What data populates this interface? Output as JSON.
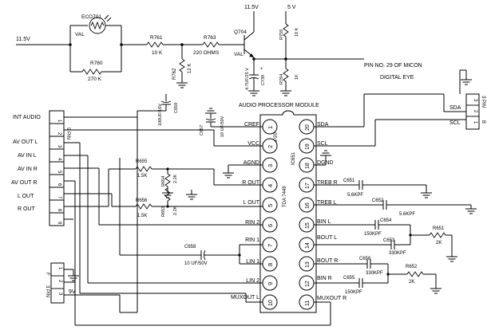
{
  "supply": {
    "v115_left": "11.5V",
    "v115_top": "11.5V",
    "v5": "5 V",
    "v9": "9V"
  },
  "parts": {
    "eco701": "ECO701",
    "val_ldr": "VAL",
    "r760": "R760",
    "r760_val": "270 K",
    "r761": "R761",
    "r761_val": "10 K",
    "r762": "R762",
    "r762_val": "12 K",
    "r763": "R763",
    "r763_val": "220 OHMS",
    "q704": "Q704",
    "q704_val": "VAL",
    "r759": "R759",
    "r759_val": "10 K",
    "r764": "R764",
    "r764_val": "1K",
    "c739": "C739",
    "c739_val": "4.7UF/25 V",
    "c659": "C659",
    "c659_val": "100UF/16V",
    "c657": "C657",
    "c657_val": "10 UF/50V",
    "r655": "R655",
    "r655_val": "1.5K",
    "r654": "R654",
    "r654_val": "2.2K",
    "r656": "R656",
    "r656_val": "1.5K",
    "r653": "R653",
    "r653_val": "2.2K",
    "c658": "C658",
    "c658_val": "10 UF/50V",
    "c651": "C651",
    "c651_val": "5.6KPF",
    "c652": "C652",
    "c652_val": "5.6KPF",
    "c654": "C654",
    "c654_val": "150KPF",
    "c653": "C653",
    "c653_val": "330KPF",
    "r651": "R651",
    "r651_val": "2K",
    "c656": "C656",
    "c656_val": "330KPF",
    "c655": "C655",
    "c655_val": "150KPF",
    "r652": "R652",
    "r652_val": "2K"
  },
  "notes": {
    "pin_no": "PIN NO. 29 OF  MICON",
    "digital_eye": "DIGITAL  EYE"
  },
  "ic": {
    "title": "AUDIO PROCESSOR MODULE",
    "part": "TDA 7449",
    "package": "DIP20",
    "ref": "IC651",
    "left_pins": [
      {
        "num": "1",
        "label": "CREF"
      },
      {
        "num": "2",
        "label": "VCC"
      },
      {
        "num": "3",
        "label": "AGND"
      },
      {
        "num": "4",
        "label": "R OUT"
      },
      {
        "num": "5",
        "label": "L OUT"
      },
      {
        "num": "6",
        "label": "RIN 2"
      },
      {
        "num": "7",
        "label": "RIN 1"
      },
      {
        "num": "8",
        "label": "LIN 1"
      },
      {
        "num": "9",
        "label": "LIN 2"
      },
      {
        "num": "10",
        "label": "MUXOUT L"
      }
    ],
    "right_pins": [
      {
        "num": "20",
        "label": "SDA"
      },
      {
        "num": "19",
        "label": "SCL"
      },
      {
        "num": "18",
        "label": "DGND"
      },
      {
        "num": "17",
        "label": "TREB R"
      },
      {
        "num": "16",
        "label": "TREB L"
      },
      {
        "num": "15",
        "label": "BIN L"
      },
      {
        "num": "14",
        "label": "BOUT L"
      },
      {
        "num": "13",
        "label": "BOUT R"
      },
      {
        "num": "12",
        "label": "BIN R"
      },
      {
        "num": "11",
        "label": "MUXOUT R"
      }
    ]
  },
  "conn_left": {
    "name": "INT AUDIO",
    "side_tag": "9 PIN",
    "pins": [
      "1",
      "2",
      "3",
      "4",
      "5",
      "6",
      "7",
      "8",
      "9"
    ],
    "signals": [
      "AV OUT L",
      "AV IN L",
      "AV IN R",
      "AV OUT R",
      "L OUT",
      "R OUT"
    ]
  },
  "conn_bottom": {
    "side_tag": "3 PIN",
    "tag_f": "F",
    "pins": [
      "1",
      "2",
      "3"
    ]
  },
  "conn_right": {
    "side_tag": "3 PIN",
    "tag_b": "B",
    "pins": [
      "3",
      "2",
      "1"
    ],
    "sda": "SDA",
    "scl": "SCL"
  }
}
